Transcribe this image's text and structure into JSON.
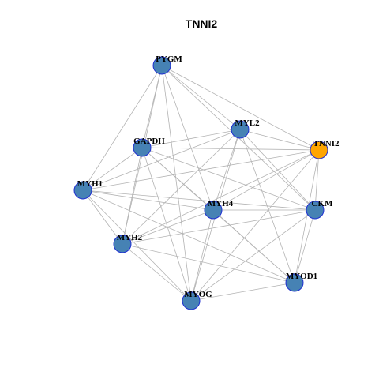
{
  "title": "TNNI2",
  "colors": {
    "node_default": "#4682b4",
    "node_highlight": "#ffa500",
    "node_border": "#1f2fd1",
    "edge": "#b3b3b3",
    "background": "#ffffff"
  },
  "nodes": [
    {
      "id": "PYGM",
      "label": "PYGM",
      "highlight": false
    },
    {
      "id": "MYL2",
      "label": "MYL2",
      "highlight": false
    },
    {
      "id": "GAPDH",
      "label": "GAPDH",
      "highlight": false
    },
    {
      "id": "TNNI2",
      "label": "TNNI2",
      "highlight": true
    },
    {
      "id": "MYH1",
      "label": "MYH1",
      "highlight": false
    },
    {
      "id": "MYH4",
      "label": "MYH4",
      "highlight": false
    },
    {
      "id": "CKM",
      "label": "CKM",
      "highlight": false
    },
    {
      "id": "MYH2",
      "label": "MYH2",
      "highlight": false
    },
    {
      "id": "MYOD1",
      "label": "MYOD1",
      "highlight": false
    },
    {
      "id": "MYOG",
      "label": "MYOG",
      "highlight": false
    }
  ],
  "edges": [
    [
      "PYGM",
      "MYL2"
    ],
    [
      "PYGM",
      "GAPDH"
    ],
    [
      "PYGM",
      "TNNI2"
    ],
    [
      "PYGM",
      "MYH1"
    ],
    [
      "PYGM",
      "MYH4"
    ],
    [
      "PYGM",
      "CKM"
    ],
    [
      "PYGM",
      "MYH2"
    ],
    [
      "PYGM",
      "MYOG"
    ],
    [
      "MYL2",
      "GAPDH"
    ],
    [
      "MYL2",
      "TNNI2"
    ],
    [
      "MYL2",
      "MYH1"
    ],
    [
      "MYL2",
      "MYH4"
    ],
    [
      "MYL2",
      "CKM"
    ],
    [
      "MYL2",
      "MYH2"
    ],
    [
      "MYL2",
      "MYOD1"
    ],
    [
      "MYL2",
      "MYOG"
    ],
    [
      "GAPDH",
      "TNNI2"
    ],
    [
      "GAPDH",
      "MYH1"
    ],
    [
      "GAPDH",
      "MYH4"
    ],
    [
      "GAPDH",
      "CKM"
    ],
    [
      "GAPDH",
      "MYH2"
    ],
    [
      "GAPDH",
      "MYOD1"
    ],
    [
      "GAPDH",
      "MYOG"
    ],
    [
      "TNNI2",
      "MYH1"
    ],
    [
      "TNNI2",
      "MYH4"
    ],
    [
      "TNNI2",
      "CKM"
    ],
    [
      "TNNI2",
      "MYH2"
    ],
    [
      "TNNI2",
      "MYOD1"
    ],
    [
      "TNNI2",
      "MYOG"
    ],
    [
      "MYH1",
      "MYH4"
    ],
    [
      "MYH1",
      "CKM"
    ],
    [
      "MYH1",
      "MYH2"
    ],
    [
      "MYH1",
      "MYOD1"
    ],
    [
      "MYH1",
      "MYOG"
    ],
    [
      "MYH4",
      "CKM"
    ],
    [
      "MYH4",
      "MYH2"
    ],
    [
      "MYH4",
      "MYOD1"
    ],
    [
      "MYH4",
      "MYOG"
    ],
    [
      "CKM",
      "MYH2"
    ],
    [
      "CKM",
      "MYOD1"
    ],
    [
      "CKM",
      "MYOG"
    ],
    [
      "MYH2",
      "MYOD1"
    ],
    [
      "MYH2",
      "MYOG"
    ],
    [
      "MYOD1",
      "MYOG"
    ]
  ]
}
